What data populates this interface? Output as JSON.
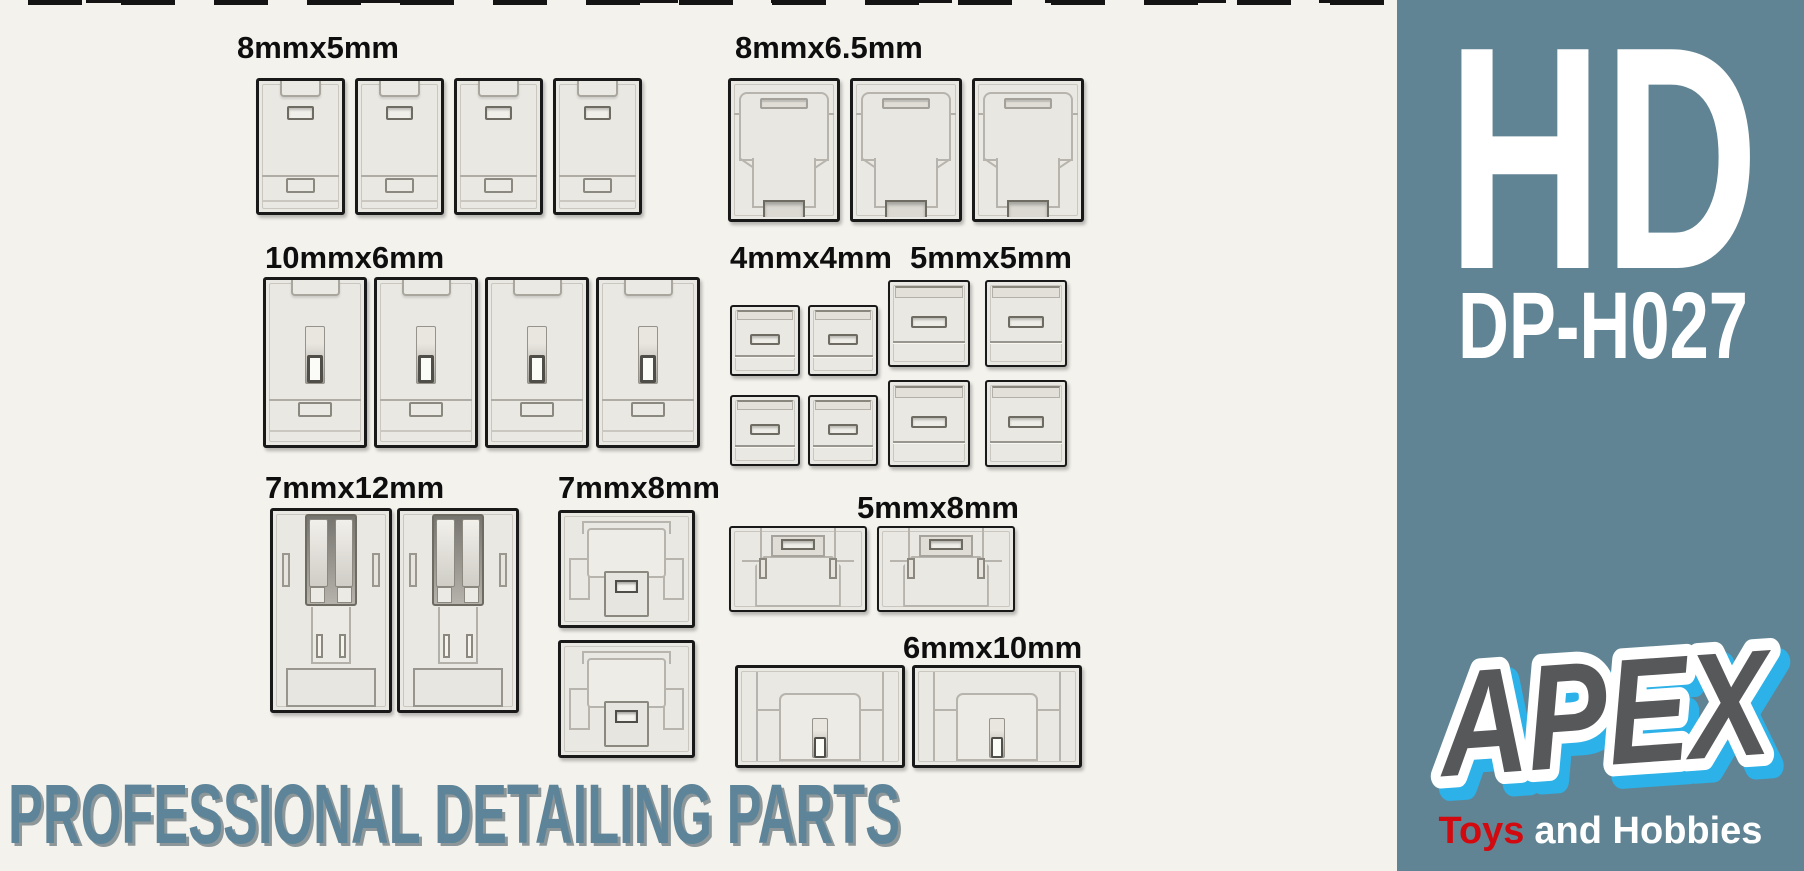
{
  "page": {
    "background": "#f4f2ec",
    "part_fill": "#e9e8e3",
    "part_outline": "#191919"
  },
  "groups": [
    {
      "id": "g1",
      "label": "8mmx5mm",
      "count": 4,
      "type": "v-hatch"
    },
    {
      "id": "g2",
      "label": "8mmx6.5mm",
      "count": 3,
      "type": "w-hatch"
    },
    {
      "id": "g3",
      "label": "10mmx6mm",
      "count": 4,
      "type": "v-hatch-slot"
    },
    {
      "id": "g4",
      "label": "4mmx4mm",
      "count": 4,
      "type": "sq-hatch"
    },
    {
      "id": "g5",
      "label": "5mmx5mm",
      "count": 4,
      "type": "sq-hatch"
    },
    {
      "id": "g6",
      "label": "7mmx12mm",
      "count": 2,
      "type": "hinge-hatch"
    },
    {
      "id": "g7",
      "label": "7mmx8mm",
      "count": 2,
      "type": "panel-hatch"
    },
    {
      "id": "g8",
      "label": "5mmx8mm",
      "count": 2,
      "type": "wide-hatch"
    },
    {
      "id": "g9",
      "label": "6mmx10mm",
      "count": 2,
      "type": "door-hatch"
    }
  ],
  "footer": {
    "tagline": "PROFESSIONAL DETAILING PARTS",
    "tagline_color": "#5d8498"
  },
  "sidebar": {
    "series": "HD",
    "product_code": "DP-H027",
    "brand": "APEX",
    "brand_sub_red": "Toys",
    "brand_sub_white": "and Hobbies",
    "background": "#608494",
    "text_color": "#ffffff",
    "brand_fill": "#57585a",
    "accent_blue": "#2cb1e8",
    "accent_red": "#d20a10"
  }
}
